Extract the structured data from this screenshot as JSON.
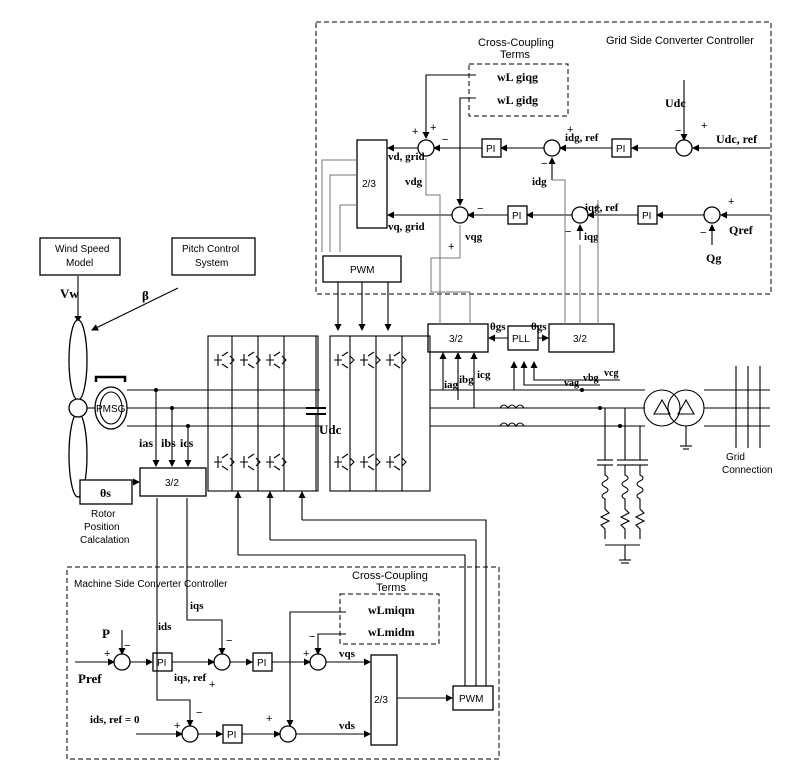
{
  "grid_controller": {
    "title": "Grid Side Converter Controller",
    "cross_coupling_title": [
      "Cross-Coupling",
      "Terms"
    ],
    "cc_term_1": "wL giqg",
    "cc_term_2": "wL gidg",
    "udc_label": "Udc",
    "udc_ref_label": "Udc, ref",
    "idg_ref_label": "idg, ref",
    "iqg_ref_label": "iqg, ref",
    "idg_label": "idg",
    "iqg_label": "iqg",
    "qref_label": "Qref",
    "qg_label": "Qg",
    "vd_grid_label": "vd, grid",
    "vq_grid_label": "vq, grid",
    "vdg_label": "vdg",
    "vqg_label": "vqg",
    "transform_label": "2/3",
    "pwm_label": "PWM",
    "pi_label": "PI"
  },
  "measurement": {
    "pll_label": "PLL",
    "theta_gs_label": "θgs",
    "transform_v_label": "3/2",
    "transform_i_label": "3/2",
    "ia_label": "iag",
    "ib_label": "ibg",
    "ic_label": "icg",
    "va_label": "vag",
    "vb_label": "vbg",
    "vc_label": "vcg"
  },
  "turbine": {
    "wind_model": [
      "Wind Speed",
      "Model"
    ],
    "pitch_control": [
      "Pitch Control",
      "System"
    ],
    "vw_label": "Vw",
    "beta_label": "β",
    "pmsg_label": "PMSG",
    "ias_label": "ias",
    "ibs_label": "ibs",
    "ics_label": "ics",
    "theta_s_label": "θs",
    "rotor_pos": [
      "Rotor",
      "Position",
      "Calcalation"
    ],
    "transform_label": "3/2",
    "udc_cap_label": "Udc",
    "grid_connection": [
      "Grid",
      "Connection"
    ]
  },
  "machine_controller": {
    "title": "Machine Side Converter Controller",
    "cross_coupling_title": [
      "Cross-Coupling",
      "Terms"
    ],
    "cc_term_1": "wLmiqm",
    "cc_term_2": "wLmidm",
    "p_label": "P",
    "pref_label": "Pref",
    "iqs_ref_label": "iqs, ref",
    "iqs_label": "iqs",
    "ids_label": "ids",
    "ids_ref_label": "ids, ref = 0",
    "vqs_label": "vqs",
    "vds_label": "vds",
    "transform_label": "2/3",
    "pwm_label": "PWM",
    "pi_label": "PI"
  },
  "signs": {
    "plus": "+",
    "minus": "−"
  }
}
